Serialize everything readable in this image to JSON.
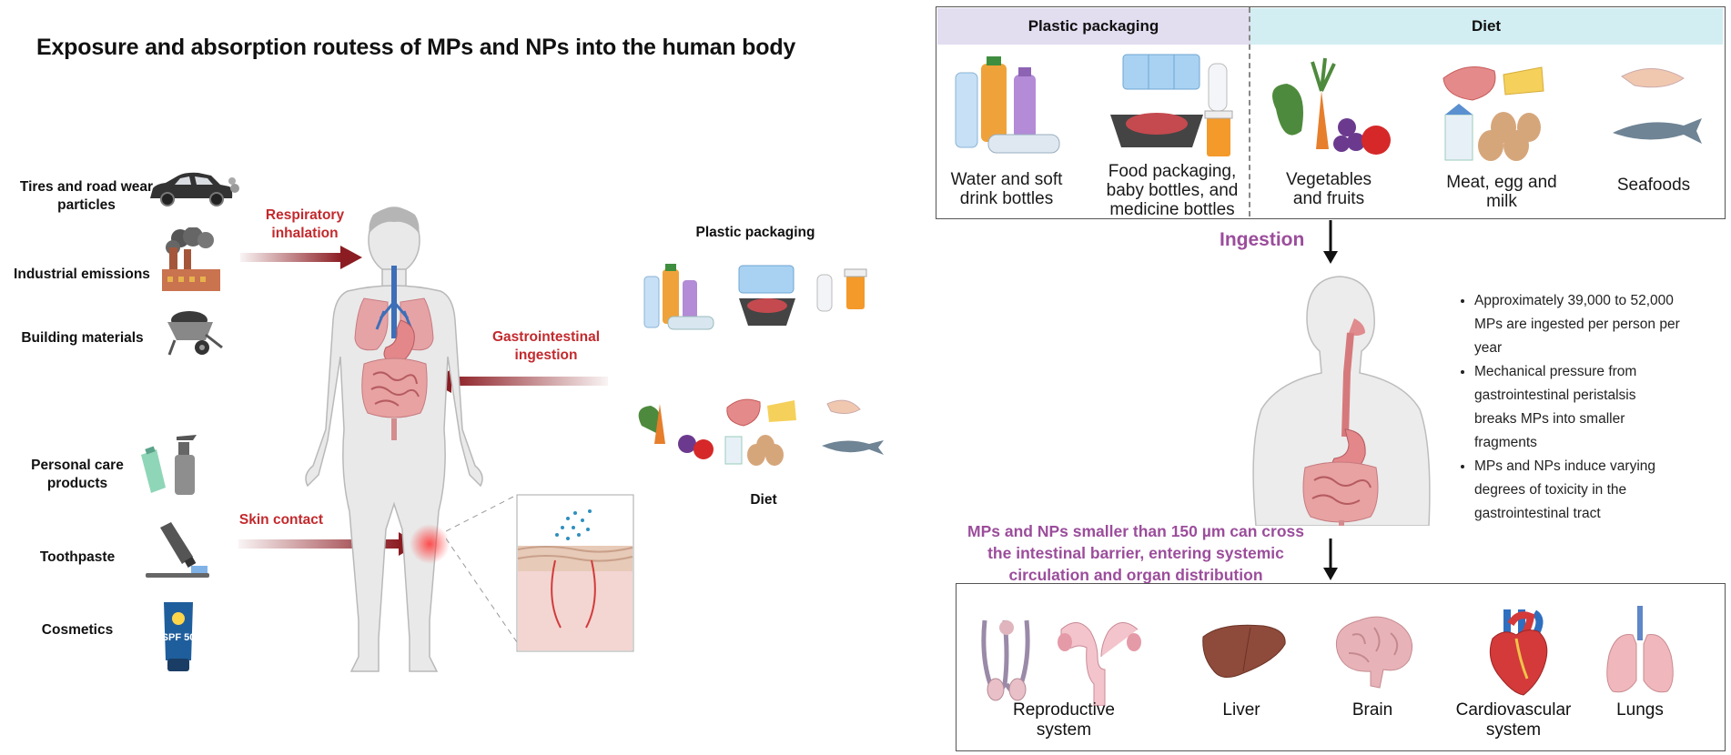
{
  "title": "Exposure and absorption routess of MPs and NPs into the human body",
  "sources": {
    "tires": "Tires and road wear particles",
    "industrial": "Industrial emissions",
    "building": "Building materials",
    "personal_care": "Personal care products",
    "toothpaste": "Toothpaste",
    "cosmetics": "Cosmetics"
  },
  "routes": {
    "respiratory": "Respiratory inhalation",
    "gastro": "Gastrointestinal ingestion",
    "skin": "Skin contact"
  },
  "left_groups": {
    "plastic_packaging": "Plastic packaging",
    "diet": "Diet"
  },
  "top_panel": {
    "header_left": "Plastic packaging",
    "header_right": "Diet",
    "items": {
      "bottles": "Water and soft drink bottles",
      "food_packaging": "Food packaging, baby bottles, and medicine bottles",
      "vegetables": "Vegetables and fruits",
      "meat": "Meat, egg and milk",
      "seafoods": "Seafoods"
    }
  },
  "ingestion_label": "Ingestion",
  "bullets": [
    "Approximately 39,000 to 52,000 MPs are ingested per person per year",
    "Mechanical pressure from gastrointestinal peristalsis breaks MPs into smaller fragments",
    "MPs and NPs induce varying degrees of toxicity in the gastrointestinal tract"
  ],
  "barrier_text": "MPs and NPs smaller than 150 µm can cross the intestinal barrier, entering systemic circulation and organ distribution",
  "organs": {
    "reproductive": "Reproductive system",
    "liver": "Liver",
    "brain": "Brain",
    "cardiovascular": "Cardiovascular system",
    "lungs": "Lungs"
  },
  "sunscreen_spf": "SPF 50",
  "colors": {
    "route_red": "#c3292d",
    "arrow_dark": "#8b1c22",
    "purple": "#9b4d9b",
    "header_lilac": "#e3ddf0",
    "header_cyan": "#d2eef2"
  }
}
